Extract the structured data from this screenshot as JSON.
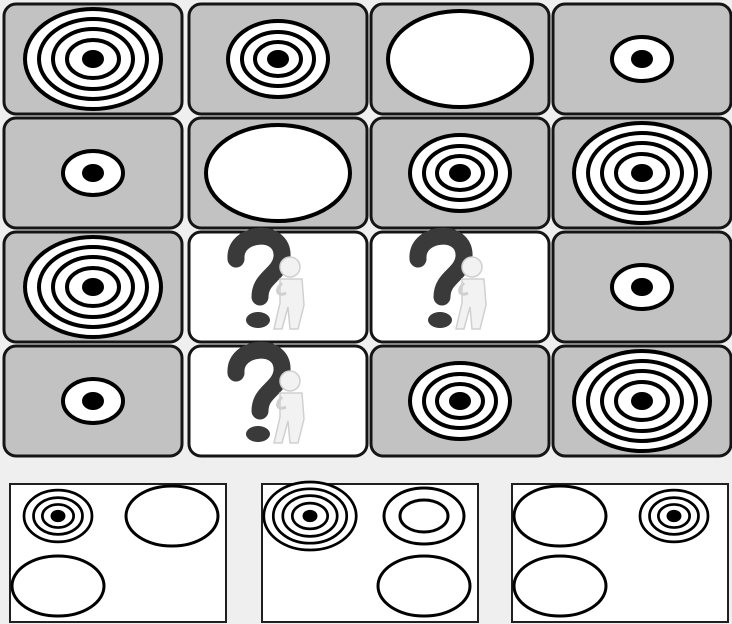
{
  "colors": {
    "page_background": "#efefef",
    "tile_fill": "#c2c2c2",
    "tile_border": "#151515",
    "ring_fill": "#ffffff",
    "ring_stroke": "#000000",
    "center_dot": "#000000",
    "question_mark": "#3a3a3a",
    "figure_fill": "#f2f2f2",
    "figure_shade": "#d0d0d0",
    "option_background": "#ffffff",
    "option_border": "#202020"
  },
  "grid": {
    "rows": 4,
    "columns": 4,
    "cells": [
      {
        "row": 1,
        "col": 1,
        "kind": "target",
        "rings": 4,
        "dot": true
      },
      {
        "row": 1,
        "col": 2,
        "kind": "target",
        "rings": 3,
        "dot": true
      },
      {
        "row": 1,
        "col": 3,
        "kind": "target",
        "rings": 1,
        "dot": false
      },
      {
        "row": 1,
        "col": 4,
        "kind": "target",
        "rings": 2,
        "dot": true
      },
      {
        "row": 2,
        "col": 1,
        "kind": "target",
        "rings": 2,
        "dot": true
      },
      {
        "row": 2,
        "col": 2,
        "kind": "target",
        "rings": 1,
        "dot": false
      },
      {
        "row": 2,
        "col": 3,
        "kind": "target",
        "rings": 3,
        "dot": true
      },
      {
        "row": 2,
        "col": 4,
        "kind": "target",
        "rings": 4,
        "dot": true
      },
      {
        "row": 3,
        "col": 1,
        "kind": "target",
        "rings": 4,
        "dot": true
      },
      {
        "row": 3,
        "col": 2,
        "kind": "unknown",
        "icon": "question-mark-figure-icon"
      },
      {
        "row": 3,
        "col": 3,
        "kind": "unknown",
        "icon": "question-mark-figure-icon"
      },
      {
        "row": 3,
        "col": 4,
        "kind": "target",
        "rings": 2,
        "dot": true
      },
      {
        "row": 4,
        "col": 1,
        "kind": "target",
        "rings": 2,
        "dot": true
      },
      {
        "row": 4,
        "col": 2,
        "kind": "unknown",
        "icon": "question-mark-figure-icon"
      },
      {
        "row": 4,
        "col": 3,
        "kind": "target",
        "rings": 3,
        "dot": true
      },
      {
        "row": 4,
        "col": 4,
        "kind": "target",
        "rings": 4,
        "dot": true
      }
    ]
  },
  "options": [
    {
      "name": "option-a",
      "items": [
        {
          "slot": "top-left",
          "rings": 3,
          "dot": true
        },
        {
          "slot": "top-right",
          "rings": 1,
          "dot": false
        },
        {
          "slot": "bottom-left",
          "rings": 1,
          "dot": false
        }
      ]
    },
    {
      "name": "option-b",
      "items": [
        {
          "slot": "top-left",
          "rings": 4,
          "dot": true
        },
        {
          "slot": "top-right",
          "rings": 2,
          "dot": false
        },
        {
          "slot": "bottom-right",
          "rings": 1,
          "dot": false
        }
      ]
    },
    {
      "name": "option-c",
      "items": [
        {
          "slot": "top-left",
          "rings": 1,
          "dot": false
        },
        {
          "slot": "top-right",
          "rings": 3,
          "dot": true
        },
        {
          "slot": "bottom-left",
          "rings": 1,
          "dot": false
        }
      ]
    }
  ]
}
